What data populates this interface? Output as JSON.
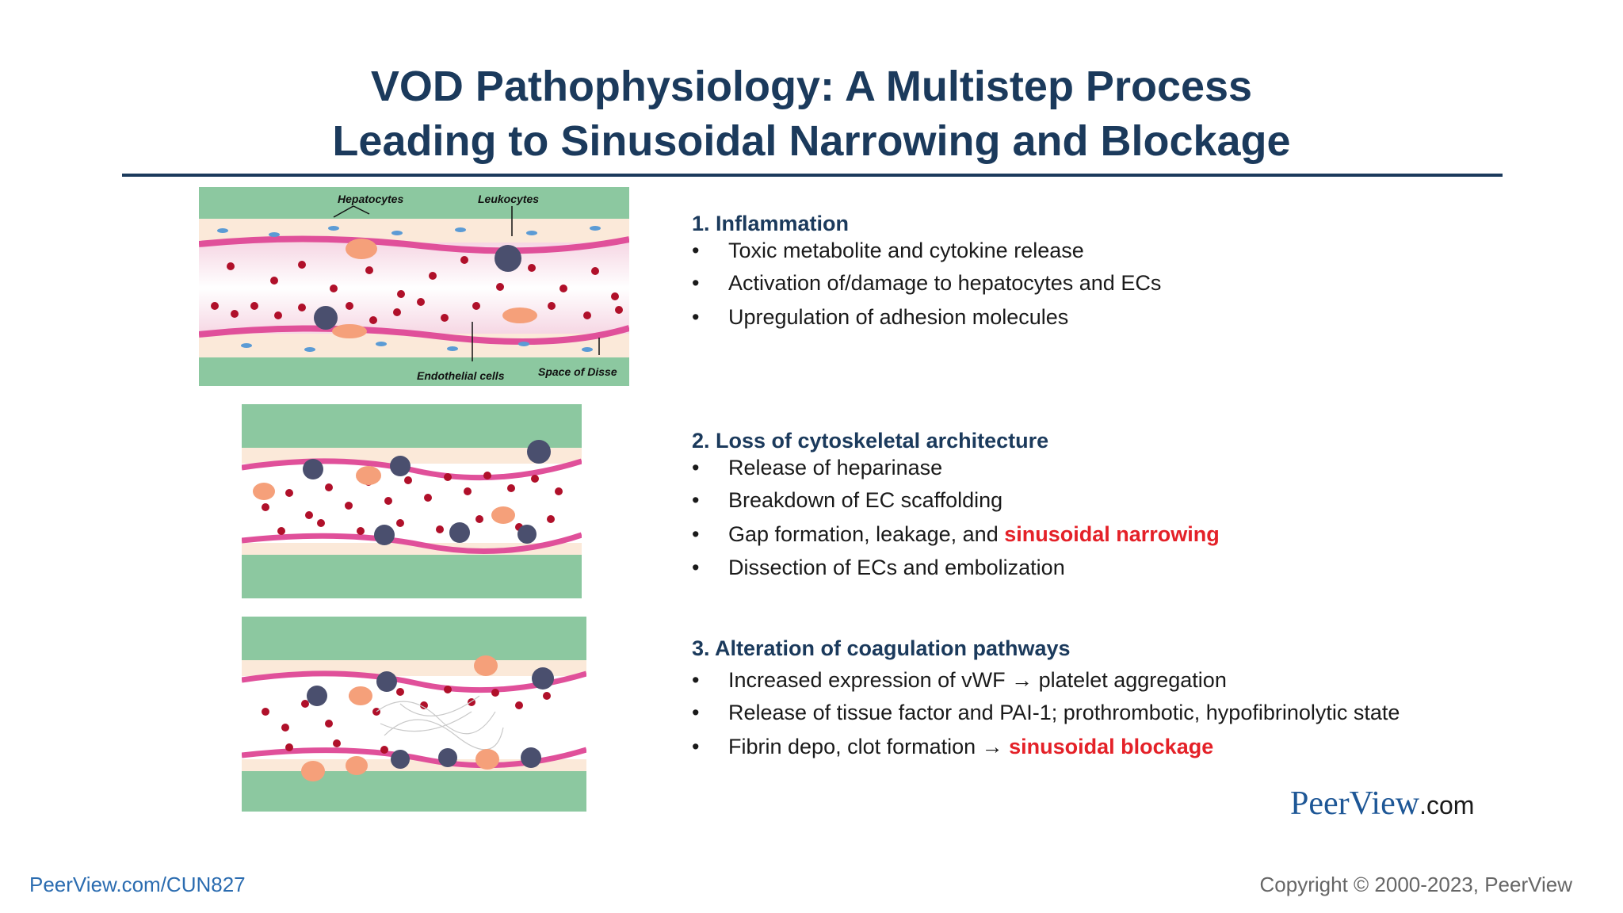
{
  "title": {
    "line1": "VOD Pathophysiology: A Multistep Process",
    "line2": "Leading to Sinusoidal Narrowing and Blockage"
  },
  "figure_labels": {
    "hepatocytes": "Hepatocytes",
    "leukocytes": "Leukocytes",
    "endothelial_cells": "Endothelial cells",
    "space_of_disse": "Space of Disse"
  },
  "sections": [
    {
      "heading": "1. Inflammation",
      "bullets": [
        {
          "text": "Toxic metabolite and cytokine release"
        },
        {
          "text": "Activation of/damage to hepatocytes and ECs"
        },
        {
          "text": "Upregulation of adhesion molecules"
        }
      ]
    },
    {
      "heading": "2. Loss of cytoskeletal architecture",
      "bullets": [
        {
          "text": "Release of heparinase"
        },
        {
          "text": "Breakdown of EC scaffolding"
        },
        {
          "text": "Gap formation, leakage, and ",
          "highlight": "sinusoidal narrowing"
        },
        {
          "text": "Dissection of ECs and embolization"
        }
      ]
    },
    {
      "heading": "3. Alteration of coagulation pathways",
      "bullets": [
        {
          "text": "Increased expression of vWF → platelet aggregation"
        },
        {
          "text": "Release of tissue factor and PAI-1; prothrombotic, hypofibrinolytic state"
        },
        {
          "text": "Fibrin depo, clot formation → ",
          "highlight": "sinusoidal blockage"
        }
      ]
    }
  ],
  "brand": {
    "name": "PeerView",
    "suffix": ".com"
  },
  "footer": {
    "link": "PeerView.com/CUN827",
    "copyright": "Copyright © 2000-2023, PeerView"
  },
  "colors": {
    "title": "#1b3a5c",
    "highlight": "#e42128",
    "tissue_green": "#8cc8a0",
    "rbc": "#b0102a",
    "endothelium": "#e0509a"
  }
}
